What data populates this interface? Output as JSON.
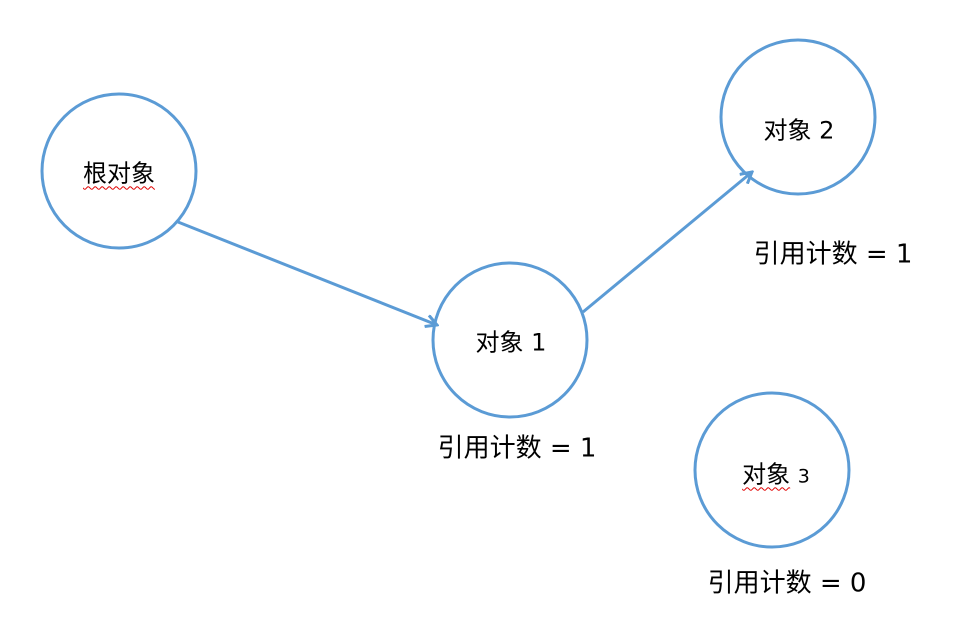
{
  "colors": {
    "node_stroke": "#5B9BD5",
    "edge": "#5B9BD5"
  },
  "nodes": {
    "root": {
      "label": "根对象"
    },
    "obj1": {
      "label": "对象 1",
      "refcount": "引用计数 = 1"
    },
    "obj2": {
      "label": "对象 2",
      "refcount": "引用计数 = 1"
    },
    "obj3": {
      "label_main": "对象",
      "label_num": "3",
      "refcount": "引用计数 = 0"
    }
  }
}
